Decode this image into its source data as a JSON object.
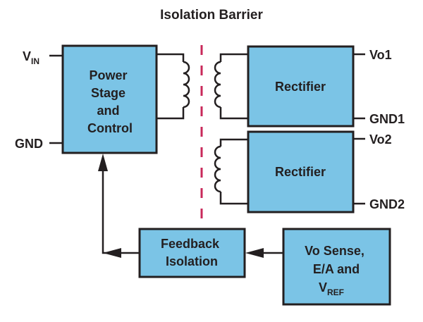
{
  "title": "Isolation Barrier",
  "colors": {
    "block_fill": "#7bc4e6",
    "outline": "#231f20",
    "barrier": "#c8285a"
  },
  "inputs": {
    "vin": {
      "main": "V",
      "sub": "IN"
    },
    "gnd": "GND"
  },
  "blocks": {
    "power": [
      "Power",
      "Stage",
      "and",
      "Control"
    ],
    "rectifier1": "Rectifier",
    "rectifier2": "Rectifier",
    "feedback": [
      "Feedback",
      "Isolation"
    ],
    "sense": {
      "line1": "Vo Sense,",
      "line2": "E/A and",
      "line3_main": "V",
      "line3_sub": "REF"
    }
  },
  "outputs": {
    "vo1": "Vo1",
    "gnd1": "GND1",
    "vo2": "Vo2",
    "gnd2": "GND2"
  }
}
